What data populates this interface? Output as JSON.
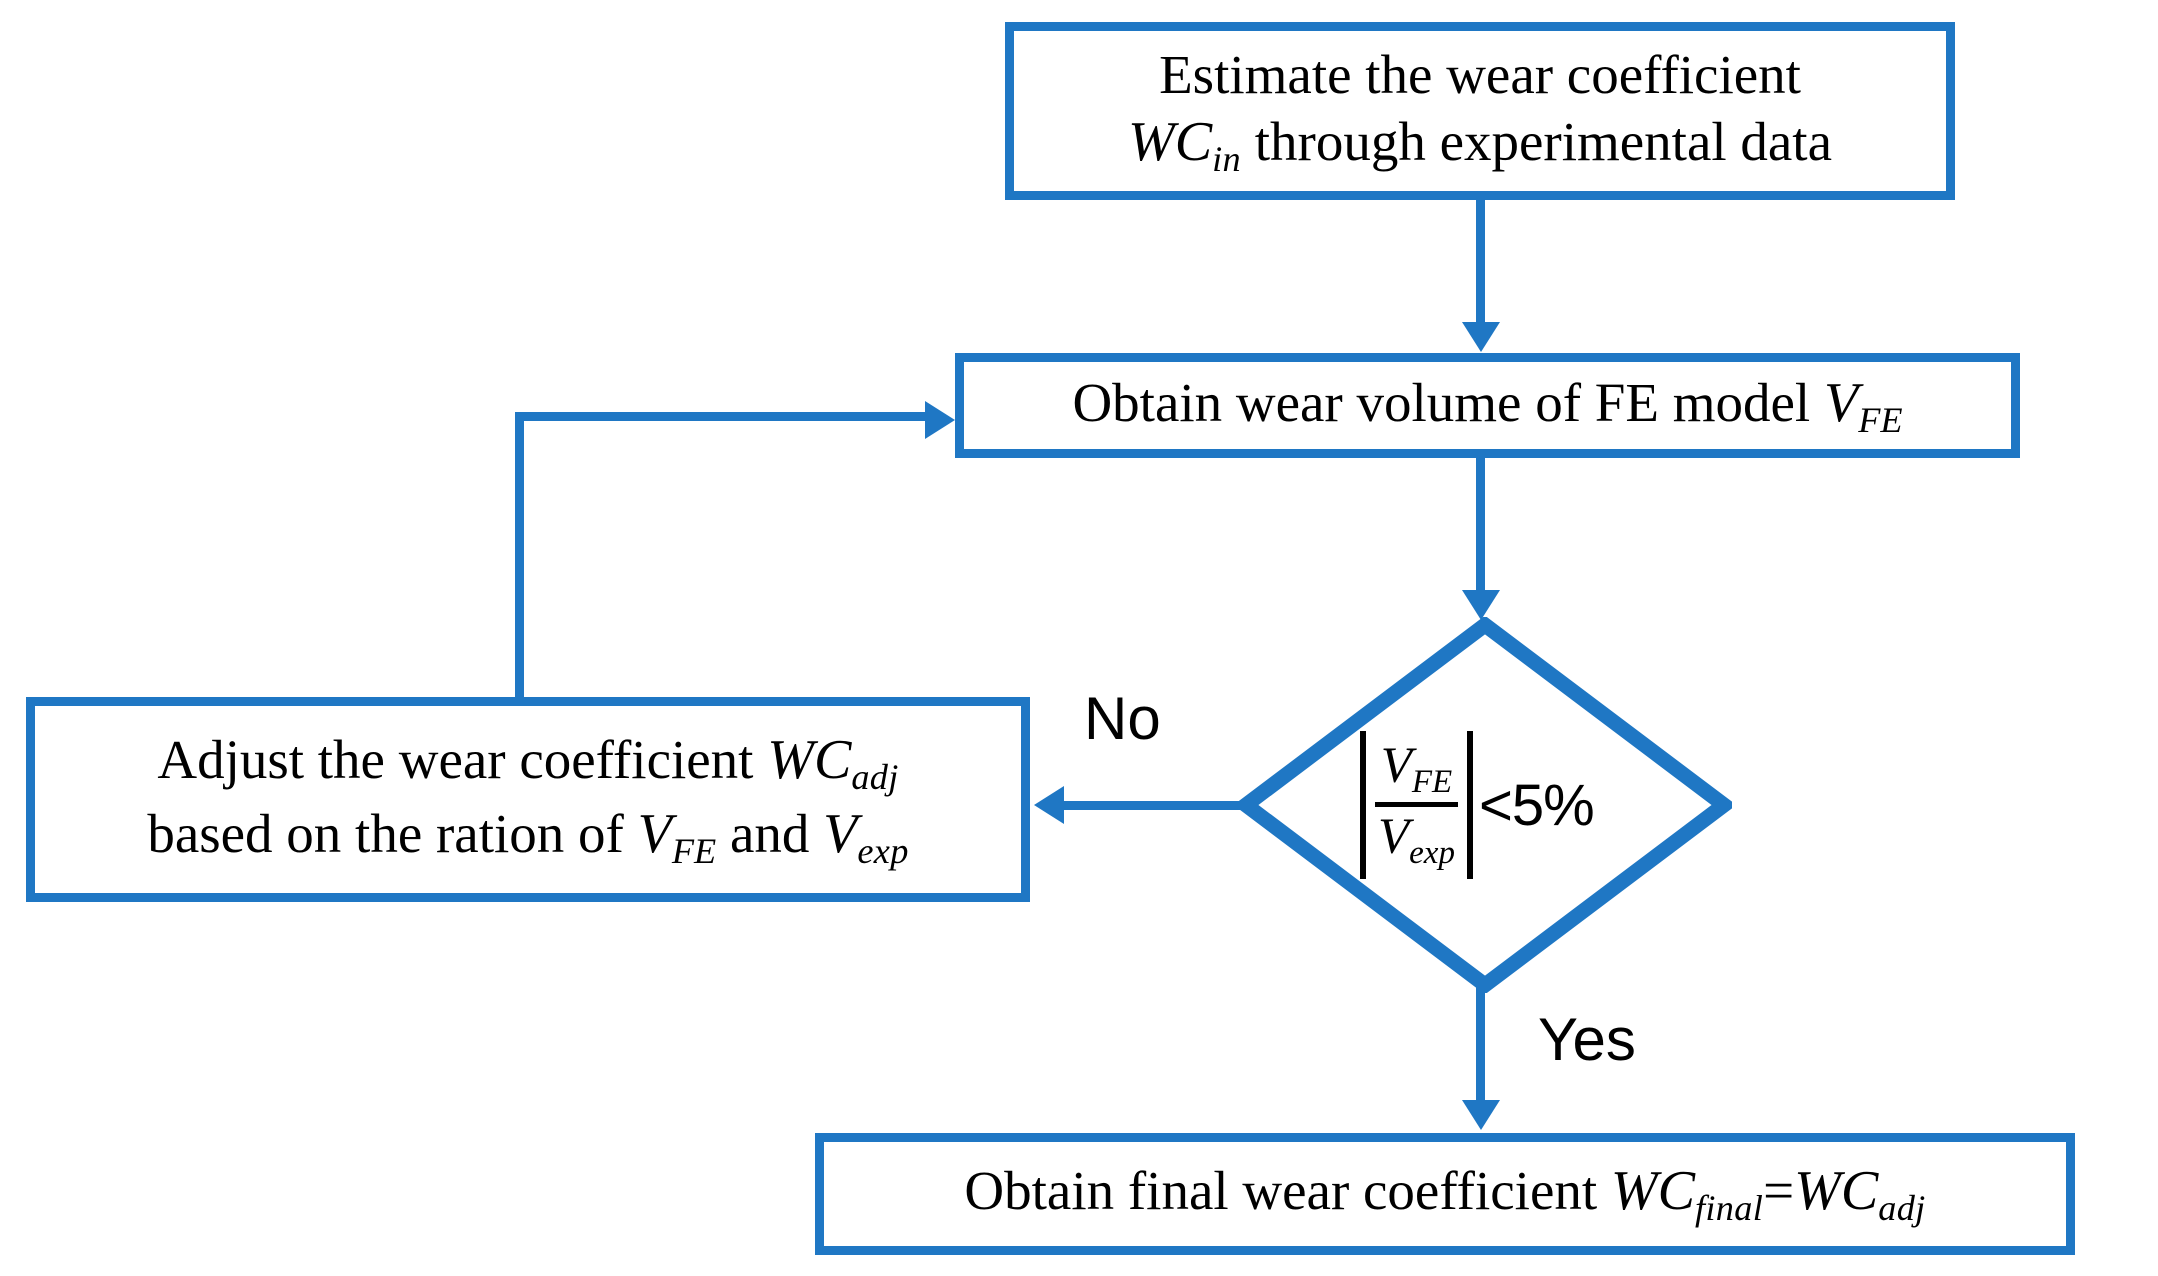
{
  "diagram": {
    "title": "Wear coefficient calibration flowchart",
    "accent_color": "#1F77C4",
    "text_color": "#000000",
    "background_color": "#FFFFFF"
  },
  "nodes": {
    "estimate": {
      "type": "process",
      "line1": "Estimate the wear coefficient",
      "line2_prefix": "",
      "var": "WC",
      "var_sub": "in",
      "line2_suffix": " through experimental data"
    },
    "obtain_fe": {
      "type": "process",
      "text_prefix": "Obtain wear volume of FE model ",
      "var": "V",
      "var_sub": "FE",
      "text_suffix": ""
    },
    "adjust": {
      "type": "process",
      "line1_prefix": "Adjust the wear coefficient ",
      "line1_var": "WC",
      "line1_sub": "adj",
      "line2_prefix": "based on the ration of ",
      "line2_var1": "V",
      "line2_sub1": "FE",
      "line2_mid": " and ",
      "line2_var2": "V",
      "line2_sub2": "exp"
    },
    "final": {
      "type": "terminator",
      "text_prefix": "Obtain final wear coefficient ",
      "var1": "WC",
      "sub1": "final",
      "operator": "=",
      "var2": "WC",
      "sub2": "adj"
    },
    "decision": {
      "type": "decision",
      "numerator_var": "V",
      "numerator_sub": "FE",
      "denominator_var": "V",
      "denominator_sub": "exp",
      "comparison": "<5%",
      "threshold": "5%",
      "expression": "|V_FE / V_exp| < 5%"
    }
  },
  "edges": {
    "estimate_to_obtain": {
      "label": ""
    },
    "obtain_to_decision": {
      "label": ""
    },
    "decision_no": {
      "label": "No",
      "target": "adjust"
    },
    "decision_yes": {
      "label": "Yes",
      "target": "final"
    },
    "adjust_to_obtain": {
      "label": ""
    }
  }
}
